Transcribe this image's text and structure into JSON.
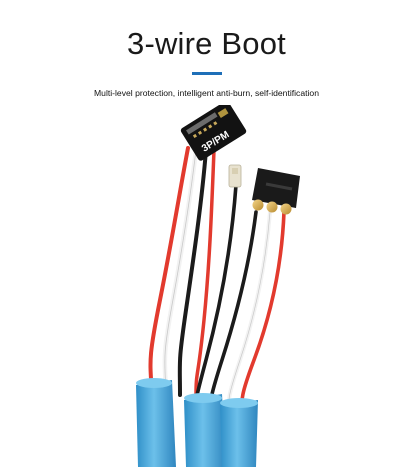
{
  "header": {
    "title": "3-wire Boot",
    "subtitle": "Multi-level protection, intelligent anti-burn, self-identification"
  },
  "photo": {
    "board_label": "3P/PM"
  },
  "colors": {
    "accent": "#1e6fb8",
    "sleeve_blue": "#4aa8dc",
    "wire_red": "#e23a2e",
    "wire_black": "#1b1b1b",
    "wire_white": "#f2f2f2"
  }
}
